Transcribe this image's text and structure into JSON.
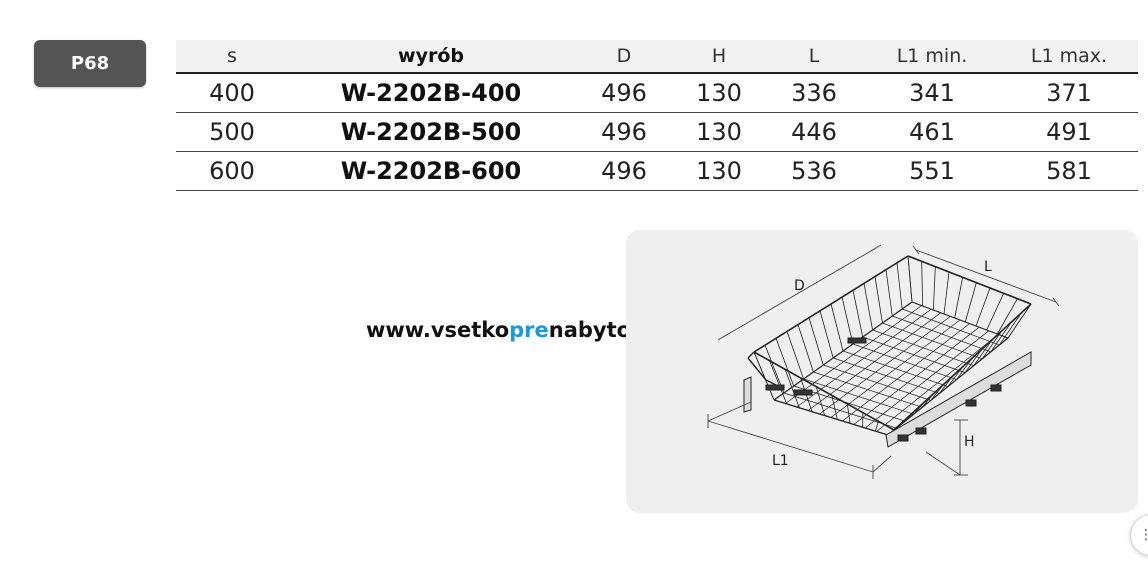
{
  "badge": {
    "label": "P68"
  },
  "table": {
    "headers": [
      "s",
      "wyrób",
      "D",
      "H",
      "L",
      "L1 min.",
      "L1 max."
    ],
    "rows": [
      [
        "400",
        "W-2202B-400",
        "496",
        "130",
        "336",
        "341",
        "371"
      ],
      [
        "500",
        "W-2202B-500",
        "496",
        "130",
        "446",
        "461",
        "491"
      ],
      [
        "600",
        "W-2202B-600",
        "496",
        "130",
        "536",
        "551",
        "581"
      ]
    ]
  },
  "website": {
    "prefix": "www.vsetko",
    "highlight": "pre",
    "suffix": "nabytok.sk",
    "highlight_color": "#1a9ad6"
  },
  "diagram": {
    "labels": {
      "d": "D",
      "l": "L",
      "h": "H",
      "l1": "L1"
    }
  },
  "corner_button": {
    "icon": "more-icon"
  }
}
